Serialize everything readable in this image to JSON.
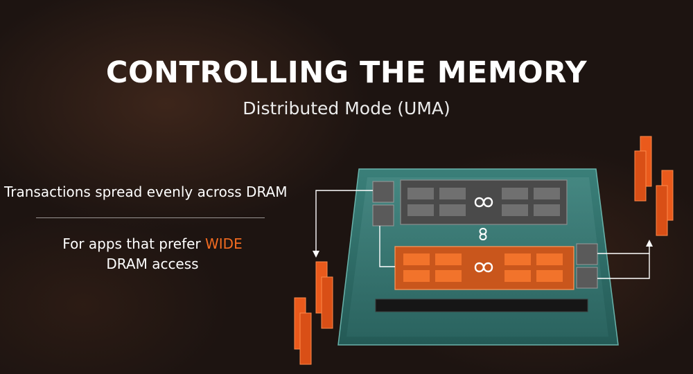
{
  "slide": {
    "title": "CONTROLLING THE MEMORY",
    "subtitle": "Distributed Mode (UMA)"
  },
  "bullets": {
    "spread": "Transactions spread evenly across DRAM",
    "apps_before": "For apps that prefer ",
    "apps_highlight": "WIDE",
    "apps_line2": "DRAM access"
  },
  "colors": {
    "accent_orange": "#f26b21",
    "die_grey": "#4a4a4a",
    "package_teal": "#2e6f6a",
    "background": "#1d1411"
  },
  "icons": {
    "fabric": "infinity-fabric-icon",
    "link": "infinity-link-icon"
  }
}
